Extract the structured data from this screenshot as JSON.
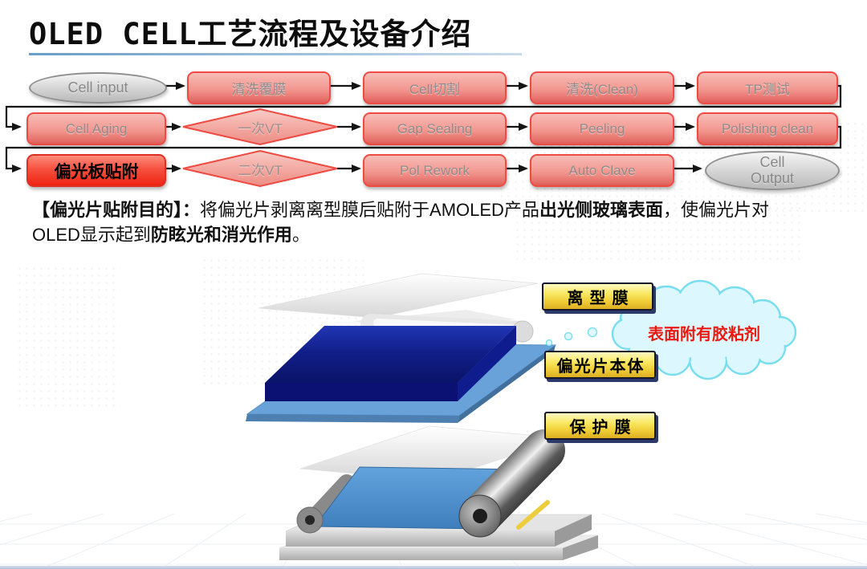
{
  "title": "OLED CELL工艺流程及设备介绍",
  "flowchart": {
    "rows": [
      {
        "nodes": [
          {
            "type": "terminator",
            "label": "Cell input"
          },
          {
            "type": "process",
            "label": "清洗覆膜"
          },
          {
            "type": "process",
            "label": "Cell切割"
          },
          {
            "type": "process",
            "label": "清洗(Clean)"
          },
          {
            "type": "process",
            "label": "TP测试"
          }
        ]
      },
      {
        "nodes": [
          {
            "type": "process",
            "label": "Cell Aging"
          },
          {
            "type": "decision",
            "label": "一次VT"
          },
          {
            "type": "process",
            "label": "Gap Sealing"
          },
          {
            "type": "process",
            "label": "Peeling"
          },
          {
            "type": "process",
            "label": "Polishing clean"
          }
        ]
      },
      {
        "nodes": [
          {
            "type": "process-highlighted",
            "label": "偏光板贴附"
          },
          {
            "type": "decision",
            "label": "二次VT"
          },
          {
            "type": "process",
            "label": "Pol Rework"
          },
          {
            "type": "process",
            "label": "Auto Clave"
          },
          {
            "type": "terminator",
            "label": "Cell Output"
          }
        ]
      }
    ]
  },
  "description": {
    "segments": [
      {
        "text": "【偏光片贴附目的】：",
        "bold": true
      },
      {
        "text": "将偏光片剥离离型膜后贴附于AMOLED产品",
        "bold": false
      },
      {
        "text": "出光侧玻璃表面",
        "bold": true
      },
      {
        "text": "，使偏光片对OLED显示起到",
        "bold": false
      },
      {
        "text": "防眩光和消光作用",
        "bold": true
      },
      {
        "text": "。",
        "bold": false
      }
    ]
  },
  "diagram": {
    "labels": {
      "release_film": "离型膜",
      "polarizer_body": "偏光片本体",
      "protective_film": "保护膜"
    },
    "callout": "表面附有胶粘剂"
  },
  "colors": {
    "process_border_red": "#ee4b43",
    "highlight_fill_red": "#ee2414",
    "gold_label_yellow": "#f8e75e",
    "navy_layer_blue": "#0d1a8a",
    "film_light_blue": "#68a2d8",
    "cloud_cyan": "#7fe0f0",
    "callout_text_red": "#ea1a12",
    "title_underline_blue": "#6b9dc6"
  }
}
